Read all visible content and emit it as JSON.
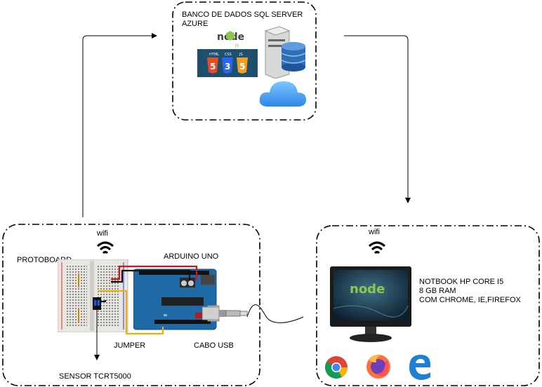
{
  "cloud_box": {
    "title_line1": "BANCO DE DADOS SQL SERVER",
    "title_line2": "AZURE",
    "node_logo_text": "node",
    "html_badge": "5",
    "css_badge": "3",
    "js_badge": "5"
  },
  "hardware_box": {
    "wifi_label": "wifi",
    "protoboard_label": "PROTOBOARD",
    "arduino_label": "ARDUINO UNO",
    "jumper_label": "JUMPER",
    "usb_label": "CABO USB",
    "sensor_label": "SENSOR TCRT5000"
  },
  "client_box": {
    "wifi_label": "wifi",
    "notebook_line1": "NOTBOOK HP CORE I5",
    "notebook_line2": "8 GB RAM",
    "notebook_line3": "COM CHROME, IE,FIREFOX",
    "screen_logo_text": "node"
  },
  "colors": {
    "dashed_border": "#000000",
    "arduino_blue": "#1f6aa5",
    "cloud_blue": "#4aa8f0",
    "node_green": "#8cc84b",
    "html_orange": "#e44d26",
    "css_blue": "#2965f1",
    "js_yellow": "#f0db4f"
  },
  "icons": [
    "wifi-icon",
    "server-icon",
    "cloud-icon",
    "node-logo",
    "chrome-icon",
    "firefox-icon",
    "edge-icon",
    "monitor-icon",
    "arduino-board",
    "breadboard"
  ]
}
